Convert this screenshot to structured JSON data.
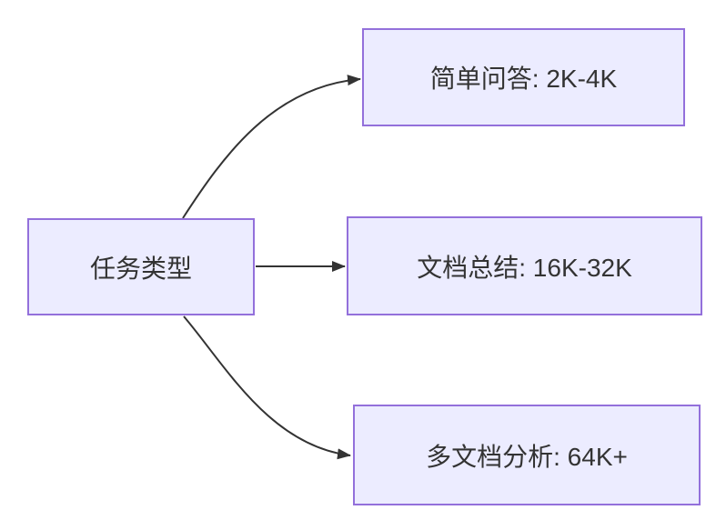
{
  "diagram": {
    "type": "flowchart-left-to-right",
    "root": {
      "id": "task-type",
      "label": "任务类型"
    },
    "branches": [
      {
        "id": "simple-qa",
        "label": "简单问答: 2K-4K"
      },
      {
        "id": "doc-summary",
        "label": "文档总结: 16K-32K"
      },
      {
        "id": "multi-doc",
        "label": "多文档分析: 64K+"
      }
    ],
    "edges": [
      {
        "from": "task-type",
        "to": "simple-qa"
      },
      {
        "from": "task-type",
        "to": "doc-summary"
      },
      {
        "from": "task-type",
        "to": "multi-doc"
      }
    ],
    "colors": {
      "node_fill": "#ECECFF",
      "node_border": "#9370DB",
      "edge_stroke": "#333333",
      "text": "#333333",
      "background": "#FFFFFF"
    }
  }
}
